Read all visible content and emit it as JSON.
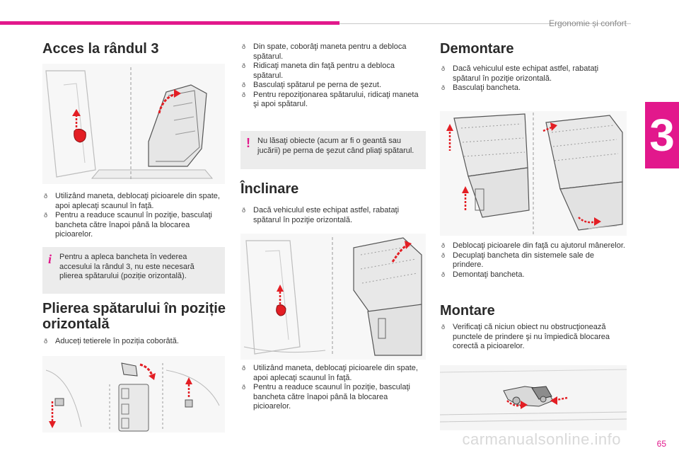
{
  "header": {
    "chapter_title": "Ergonomie și confort",
    "chapter_number": "3"
  },
  "footer": {
    "page_number": "65",
    "watermark": "carmanualsonline.info"
  },
  "col1": {
    "section1_title": "Acces la rândul 3",
    "section1_bullets": [
      "Utilizând maneta, deblocaţi picioarele din spate, apoi aplecaţi scaunul în faţă.",
      "Pentru a readuce scaunul în poziţie, basculaţi bancheta către înapoi până la blocarea picioarelor."
    ],
    "info_box": "Pentru a apleca bancheta în vederea accesului la rândul 3, nu este necesară plierea spătarului (poziție orizontală).",
    "section2_title": "Plierea spătarului în poziție orizontală",
    "section2_bullets": [
      "Aduceți tetierele în poziția coborâtă."
    ]
  },
  "col2": {
    "top_bullets": [
      "Din spate, coborâţi maneta pentru a debloca spătarul.",
      "Ridicaţi maneta din faţă pentru a debloca spătarul.",
      "Basculaţi spătarul pe perna de şezut.",
      "Pentru repoziţionarea spătarului, ridicaţi maneta şi apoi spătarul."
    ],
    "warning_box": "Nu lăsaţi obiecte (acum ar fi o geantă sau jucării) pe perna de şezut când pliaţi spătarul.",
    "section_title": "Înclinare",
    "section_bullets": [
      "Dacă vehiculul este echipat astfel, rabataţi spătarul în poziţie orizontală."
    ],
    "bottom_bullets": [
      "Utilizând maneta, deblocaţi picioarele din spate, apoi aplecaţi scaunul în faţă.",
      "Pentru a readuce scaunul în poziţie, basculaţi bancheta către înapoi până la blocarea picioarelor."
    ]
  },
  "col3": {
    "section1_title": "Demontare",
    "section1_bullets": [
      "Dacă vehiculul este echipat astfel, rabataţi spătarul în poziţie orizontală.",
      "Basculaţi bancheta."
    ],
    "mid_bullets": [
      "Deblocaţi picioarele din faţă cu ajutorul mânerelor.",
      "Decuplaţi bancheta din sistemele sale de prindere.",
      "Demontaţi bancheta."
    ],
    "section2_title": "Montare",
    "section2_bullets": [
      "Verificaţi că niciun obiect nu obstrucţionează punctele de prindere şi nu împiedică blocarea corectă a picioarelor."
    ]
  },
  "colors": {
    "accent": "#e2188c",
    "arrow": "#e31e24",
    "box_bg": "#ececec"
  },
  "icons": {
    "info": "info-icon",
    "warning": "warning-icon",
    "bullet": "bullet-arrow-icon"
  }
}
